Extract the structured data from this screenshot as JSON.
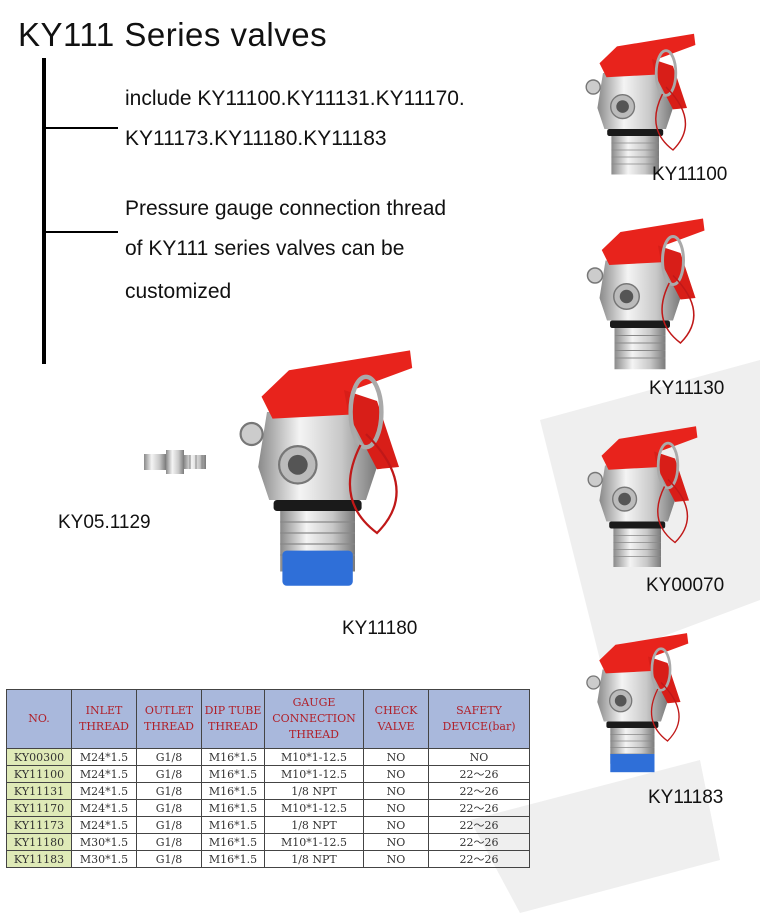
{
  "title": "KY111 Series valves",
  "description": {
    "line1": "include KY11100.KY11131.KY11170.",
    "line2": "KY11173.KY11180.KY11183",
    "line3": "Pressure gauge connection thread",
    "line4": "of KY111 series valves can be",
    "line5": "customized"
  },
  "products": {
    "p1": "KY11100",
    "p2": "KY11130",
    "p3": "KY00070",
    "p4": "KY11183",
    "main": "KY11180",
    "adapter": "KY05.1129"
  },
  "colors": {
    "lever": "#e8231c",
    "ring": "#c01818",
    "cap_blue": "#2f6fd8",
    "header_bg": "#a9b8dc",
    "header_text": "#b0202a",
    "no_bg": "#dfeab7"
  },
  "table": {
    "headers": {
      "no": "NO.",
      "inlet1": "INLET",
      "inlet2": "THREAD",
      "outlet1": "OUTLET",
      "outlet2": "THREAD",
      "dip1": "DIP TUBE",
      "dip2": "THREAD",
      "gauge1": "GAUGE",
      "gauge2": "CONNECTION",
      "gauge3": "THREAD",
      "check1": "CHECK",
      "check2": "VALVE",
      "safety1": "SAFETY",
      "safety2": "DEVICE(bar)"
    },
    "rows": [
      [
        "KY00300",
        "M24*1.5",
        "G1/8",
        "M16*1.5",
        "M10*1-12.5",
        "NO",
        "NO"
      ],
      [
        "KY11100",
        "M24*1.5",
        "G1/8",
        "M16*1.5",
        "M10*1-12.5",
        "NO",
        "22～26"
      ],
      [
        "KY11131",
        "M24*1.5",
        "G1/8",
        "M16*1.5",
        "1/8 NPT",
        "NO",
        "22～26"
      ],
      [
        "KY11170",
        "M24*1.5",
        "G1/8",
        "M16*1.5",
        "M10*1-12.5",
        "NO",
        "22～26"
      ],
      [
        "KY11173",
        "M24*1.5",
        "G1/8",
        "M16*1.5",
        "1/8 NPT",
        "NO",
        "22～26"
      ],
      [
        "KY11180",
        "M30*1.5",
        "G1/8",
        "M16*1.5",
        "M10*1-12.5",
        "NO",
        "22～26"
      ],
      [
        "KY11183",
        "M30*1.5",
        "G1/8",
        "M16*1.5",
        "1/8 NPT",
        "NO",
        "22～26"
      ]
    ]
  }
}
